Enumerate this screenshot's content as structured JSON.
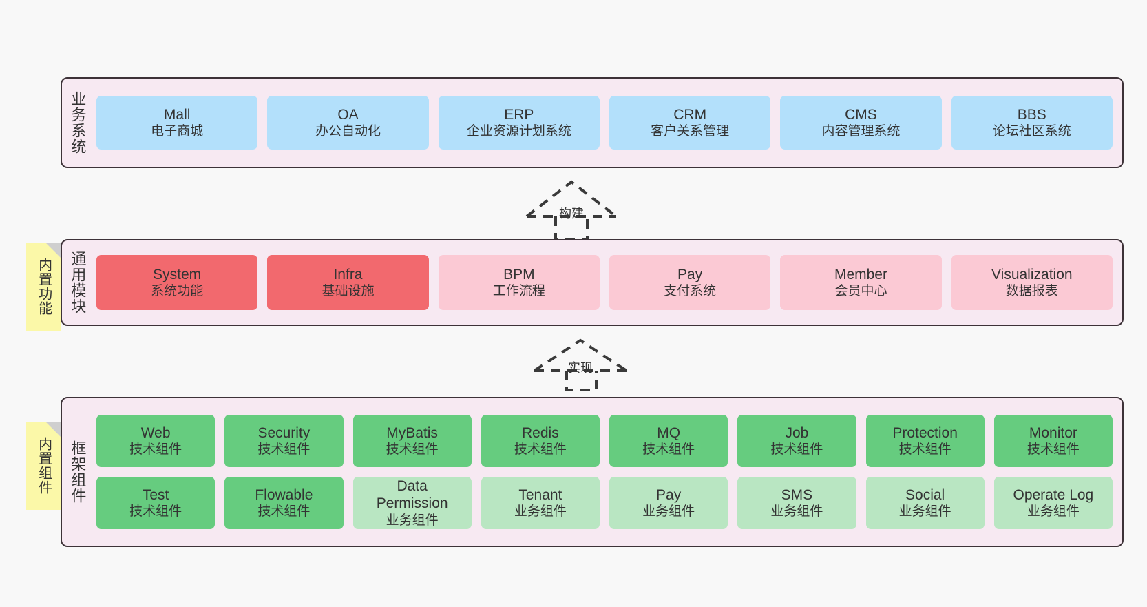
{
  "layers": [
    {
      "id": "business-system",
      "label": "业务系统",
      "note": null,
      "rows": [
        {
          "cards": [
            {
              "title": "Mall",
              "subtitle": "电子商城",
              "color": "c-blue"
            },
            {
              "title": "OA",
              "subtitle": "办公自动化",
              "color": "c-blue"
            },
            {
              "title": "ERP",
              "subtitle": "企业资源计划系统",
              "color": "c-blue"
            },
            {
              "title": "CRM",
              "subtitle": "客户关系管理",
              "color": "c-blue"
            },
            {
              "title": "CMS",
              "subtitle": "内容管理系统",
              "color": "c-blue"
            },
            {
              "title": "BBS",
              "subtitle": "论坛社区系统",
              "color": "c-blue"
            }
          ]
        }
      ]
    },
    {
      "id": "common-module",
      "label": "通用模块",
      "note": "内置功能",
      "rows": [
        {
          "cards": [
            {
              "title": "System",
              "subtitle": "系统功能",
              "color": "c-red"
            },
            {
              "title": "Infra",
              "subtitle": "基础设施",
              "color": "c-red"
            },
            {
              "title": "BPM",
              "subtitle": "工作流程",
              "color": "c-pink"
            },
            {
              "title": "Pay",
              "subtitle": "支付系统",
              "color": "c-pink"
            },
            {
              "title": "Member",
              "subtitle": "会员中心",
              "color": "c-pink"
            },
            {
              "title": "Visualization",
              "subtitle": "数据报表",
              "color": "c-pink"
            }
          ]
        }
      ]
    },
    {
      "id": "framework-component",
      "label": "框架组件",
      "note": "内置组件",
      "rows": [
        {
          "cards": [
            {
              "title": "Web",
              "subtitle": "技术组件",
              "color": "c-green"
            },
            {
              "title": "Security",
              "subtitle": "技术组件",
              "color": "c-green"
            },
            {
              "title": "MyBatis",
              "subtitle": "技术组件",
              "color": "c-green"
            },
            {
              "title": "Redis",
              "subtitle": "技术组件",
              "color": "c-green"
            },
            {
              "title": "MQ",
              "subtitle": "技术组件",
              "color": "c-green"
            },
            {
              "title": "Job",
              "subtitle": "技术组件",
              "color": "c-green"
            },
            {
              "title": "Protection",
              "subtitle": "技术组件",
              "color": "c-green"
            },
            {
              "title": "Monitor",
              "subtitle": "技术组件",
              "color": "c-green"
            }
          ]
        },
        {
          "cards": [
            {
              "title": "Test",
              "subtitle": "技术组件",
              "color": "c-green"
            },
            {
              "title": "Flowable",
              "subtitle": "技术组件",
              "color": "c-green"
            },
            {
              "title": "Data Permission",
              "subtitle": "业务组件",
              "color": "c-lightgreen"
            },
            {
              "title": "Tenant",
              "subtitle": "业务组件",
              "color": "c-lightgreen"
            },
            {
              "title": "Pay",
              "subtitle": "业务组件",
              "color": "c-lightgreen"
            },
            {
              "title": "SMS",
              "subtitle": "业务组件",
              "color": "c-lightgreen"
            },
            {
              "title": "Social",
              "subtitle": "业务组件",
              "color": "c-lightgreen"
            },
            {
              "title": "Operate Log",
              "subtitle": "业务组件",
              "color": "c-lightgreen"
            }
          ]
        }
      ]
    }
  ],
  "arrows": [
    {
      "id": "arrow-build",
      "label": "构建"
    },
    {
      "id": "arrow-implement",
      "label": "实现"
    }
  ],
  "colors": {
    "canvas": "#f8f8f8",
    "layer_fill": "#f7e9f2",
    "layer_border": "#3d3238",
    "note_fill": "#fbf8a8",
    "note_fold": "#cfcfcf",
    "blue": "#b3e0fb",
    "red": "#f2696e",
    "pink": "#fbc9d4",
    "green": "#66cc7f",
    "light_green": "#b9e6c2",
    "text": "#333333",
    "arrow_stroke": "#3a3a3a"
  }
}
